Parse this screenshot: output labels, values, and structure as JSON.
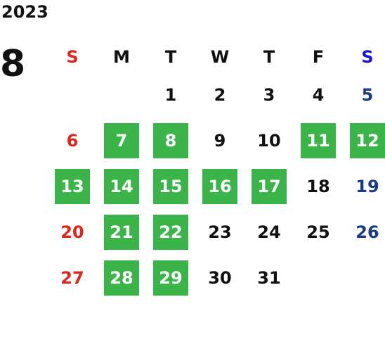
{
  "calendar": {
    "year": "2023",
    "month": "8",
    "weekdays": [
      "S",
      "M",
      "T",
      "W",
      "T",
      "F",
      "S"
    ],
    "weeks": [
      [
        "",
        "",
        "1",
        "2",
        "3",
        "4",
        "5"
      ],
      [
        "6",
        "7",
        "8",
        "9",
        "10",
        "11",
        "12"
      ],
      [
        "13",
        "14",
        "15",
        "16",
        "17",
        "18",
        "19"
      ],
      [
        "20",
        "21",
        "22",
        "23",
        "24",
        "25",
        "26"
      ],
      [
        "27",
        "28",
        "29",
        "30",
        "31",
        "",
        ""
      ]
    ],
    "highlighted_days": [
      "7",
      "8",
      "11",
      "12",
      "13",
      "14",
      "15",
      "16",
      "17",
      "21",
      "22",
      "28",
      "29"
    ],
    "colors": {
      "highlight_bg": "#3bb54a",
      "highlight_text": "#ffffff",
      "sunday": "#e0251b",
      "saturday_header": "#1a14d6",
      "saturday": "#1a3a8c",
      "default": "#111111"
    }
  }
}
